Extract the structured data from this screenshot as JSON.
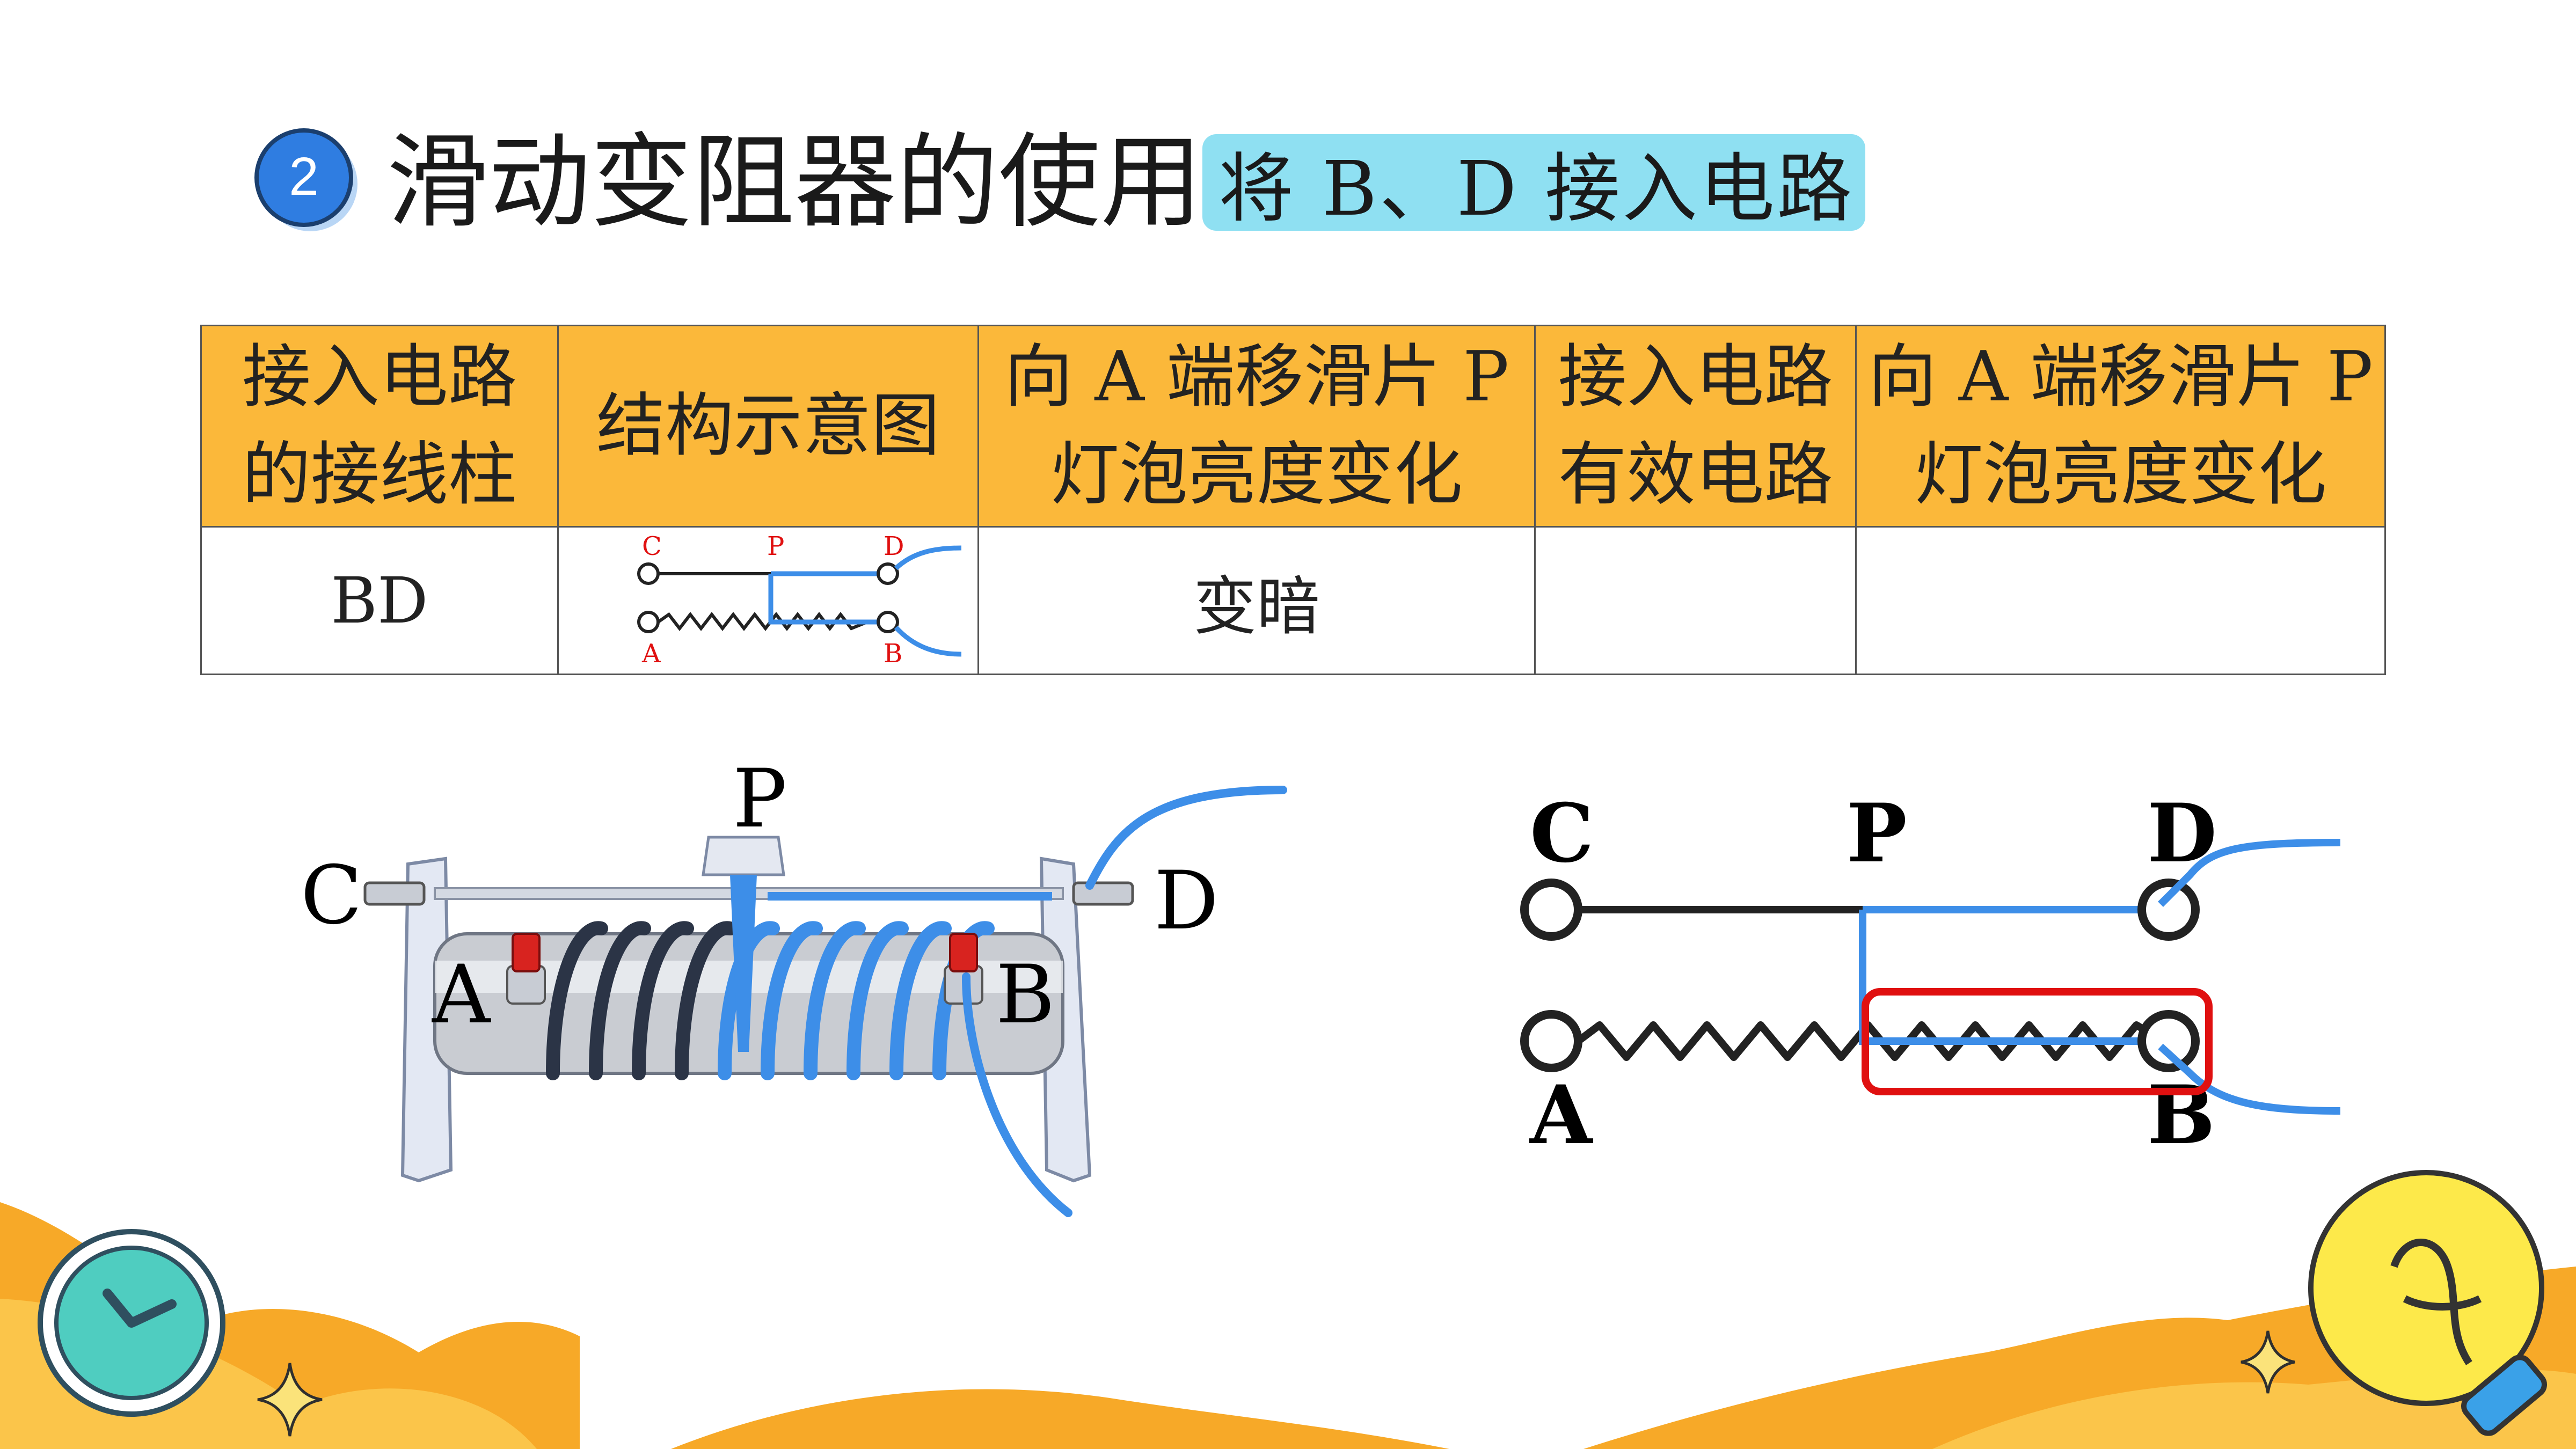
{
  "title": {
    "number": "2",
    "text": "滑动变阻器的使用"
  },
  "tag": {
    "text": "将 B、D 接入电路"
  },
  "table": {
    "headers": [
      {
        "line1": "接入电路",
        "line2": "的接线柱"
      },
      {
        "line1": "结构示意图",
        "line2": ""
      },
      {
        "line1": "向 A 端移滑片 P",
        "line2": "灯泡亮度变化"
      },
      {
        "line1": "接入电路",
        "line2": "有效电路"
      },
      {
        "line1": "向 A 端移滑片 P",
        "line2": "灯泡亮度变化"
      }
    ],
    "row": {
      "terminals": "BD",
      "brightness": "变暗",
      "effective": "",
      "brightness2": ""
    },
    "mini_labels": {
      "c": "C",
      "p": "P",
      "d": "D",
      "a": "A",
      "b": "B"
    }
  },
  "rheostat_labels": {
    "p": "P",
    "c": "C",
    "d": "D",
    "a": "A",
    "b": "B"
  },
  "schematic_labels": {
    "c": "C",
    "p": "P",
    "d": "D",
    "a": "A",
    "b": "B"
  },
  "colors": {
    "wire_blue": "#3d8ee8",
    "header_orange": "#fbb83a",
    "tag_blue": "#8fe0f2",
    "highlight_red": "#e01010",
    "badge_blue": "#2f7de1"
  }
}
